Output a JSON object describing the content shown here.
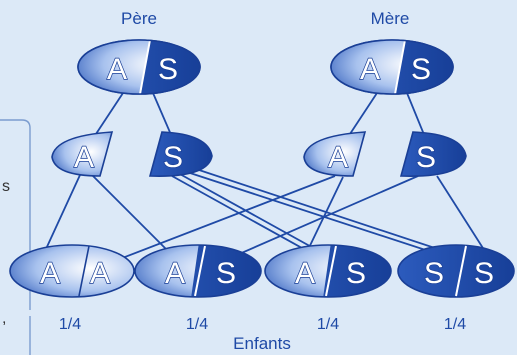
{
  "labels": {
    "father": "Père",
    "mother": "Mère",
    "children": "Enfants"
  },
  "parents": {
    "father": {
      "left": "A",
      "right": "S"
    },
    "mother": {
      "left": "A",
      "right": "S"
    }
  },
  "gametes": {
    "father_a": "A",
    "father_s": "S",
    "mother_a": "A",
    "mother_s": "S"
  },
  "children": [
    {
      "left": "A",
      "right": "A",
      "probability": "1/4"
    },
    {
      "left": "A",
      "right": "S",
      "probability": "1/4"
    },
    {
      "left": "A",
      "right": "S",
      "probability": "1/4"
    },
    {
      "left": "S",
      "right": "S",
      "probability": "1/4"
    }
  ],
  "side_text": {
    "fragment_1": "s",
    "fragment_2": ","
  },
  "colors": {
    "background": "#dce9f7",
    "dark_blue": "#1f4aa6",
    "outline": "#1a3f96",
    "white": "#ffffff"
  }
}
